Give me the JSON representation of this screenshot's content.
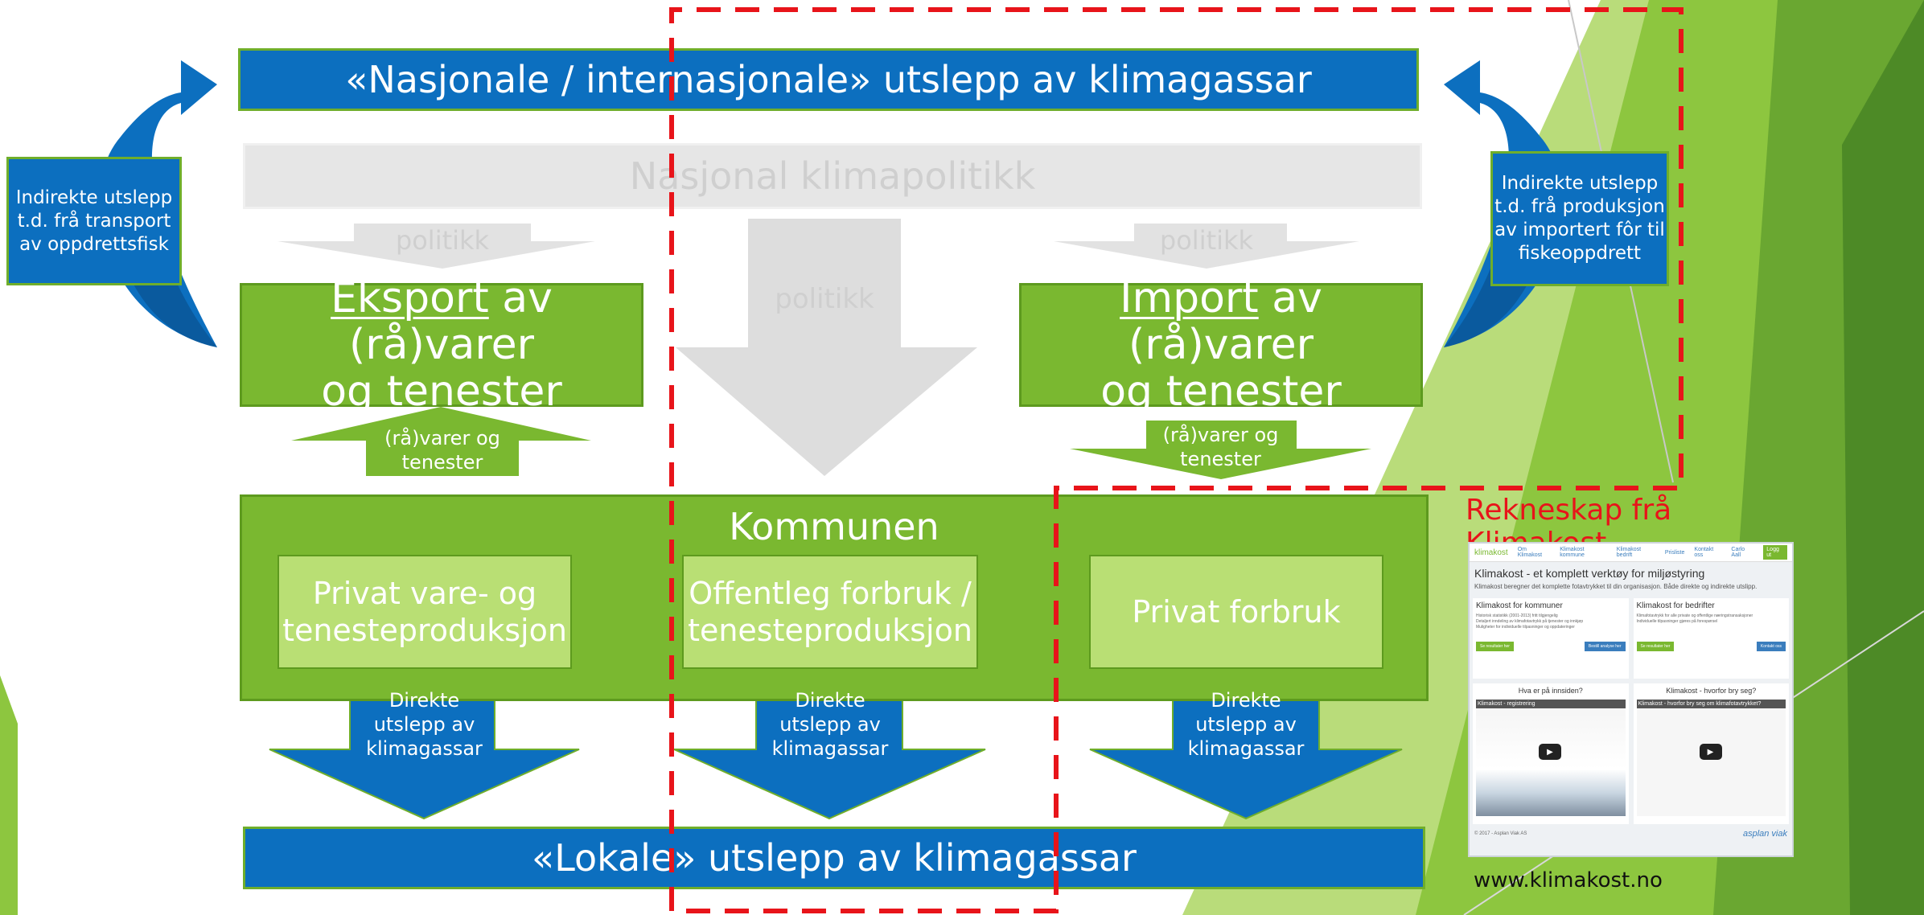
{
  "top_bar": "«Nasjonale / internasjonale» utslepp av klimagassar",
  "policy_bar": "Nasjonal klimapolitikk",
  "policy_arrows": {
    "left": "politikk",
    "center": "politikk",
    "right": "politikk"
  },
  "left_side_box": "Indirekte utslepp t.d. frå transport av oppdrettsfisk",
  "right_side_box": "Indirekte utslepp t.d. frå produksjon av importert fôr til fiskeoppdrett",
  "export_box": {
    "underlined": "Eksport",
    "rest_line1": " av (rå)varer",
    "line2": "og tenester"
  },
  "import_box": {
    "underlined": "Import",
    "rest_line1": " av (rå)varer",
    "line2": "og tenester"
  },
  "goods_arrow_left": "(rå)varer og tenester",
  "goods_arrow_right": "(rå)varer og tenester",
  "municipality": {
    "title": "Kommunen",
    "boxes": [
      "Privat vare- og tenesteproduksjon",
      "Offentleg forbruk / tenesteproduksjon",
      "Privat forbruk"
    ]
  },
  "direct_arrows": [
    "Direkte utslepp av klimagassar",
    "Direkte utslepp av klimagassar",
    "Direkte utslepp av klimagassar"
  ],
  "bottom_bar": "«Lokale» utslepp av klimagassar",
  "klimakost": {
    "caption": "Rekneskap frå Klimakost",
    "url": "www.klimakost.no",
    "screenshot": {
      "logo": "klimakost",
      "nav": [
        "Om Klimakost",
        "Klimakost kommune",
        "Klimakost bedrift",
        "Prisliste",
        "Kontakt oss"
      ],
      "user": "Carlo Aall",
      "login_button": "Logg ut",
      "headline": "Klimakost - et komplett verktøy for miljøstyring",
      "intro": "Klimakost beregner det komplette fotavtrykket til din organisasjon. Både direkte og indirekte utslipp.",
      "panel_left_title": "Klimakost for kommuner",
      "panel_left_bullets": [
        "Historisk statistikk (2001-2013) fritt tilgjengelig",
        "Detaljert inndeling av klimafotavtrykk på tjenester og innkjøp",
        "Muligheter for individuelle tilpasninger og oppdateringer"
      ],
      "panel_left_btn1": "Se resultater her",
      "panel_left_btn2": "Bestill analyse her",
      "panel_right_title": "Klimakost for bedrifter",
      "panel_right_bullets": [
        "Klimafotavtrykk for alle private og offentlige næringstransaksjoner",
        "Individuelle tilpasninger gjøres på forespørsel"
      ],
      "panel_right_btn1": "Se resultater her",
      "panel_right_btn2": "Kontakt oss",
      "video_left_title": "Hva er på innsiden?",
      "video_left_label": "Klimakost - registrering",
      "video_right_title": "Klimakost - hvorfor bry seg?",
      "video_right_label": "Klimakost - hvorfor bry seg om klimafotavtrykket?",
      "footer_left": "© 2017 - Asplan Viak AS",
      "footer_right": "asplan viak"
    }
  },
  "colors": {
    "blue": "#0c6fbf",
    "green": "#7ab830",
    "light_green": "#b9df74",
    "grey": "#e6e6e6",
    "red_dashes": "#e8141a"
  }
}
